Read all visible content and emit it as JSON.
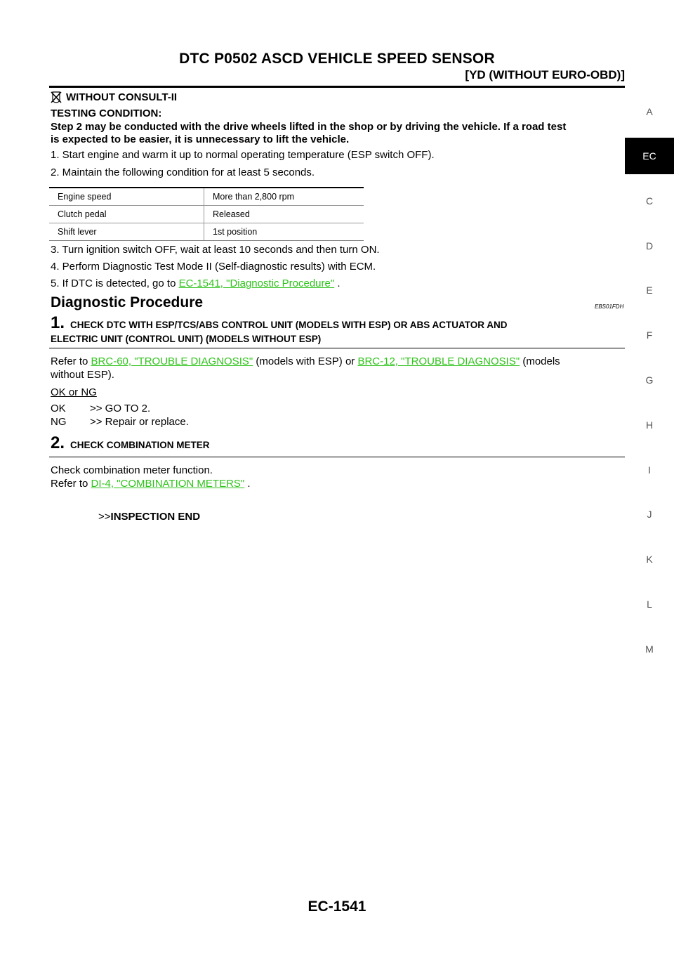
{
  "header": {
    "title": "DTC P0502 ASCD VEHICLE SPEED SENSOR",
    "subtitle": "[YD (WITHOUT EURO-OBD)]"
  },
  "side_tabs": [
    {
      "label": "A",
      "active": false
    },
    {
      "label": "EC",
      "active": true
    },
    {
      "label": "C",
      "active": false
    },
    {
      "label": "D",
      "active": false
    },
    {
      "label": "E",
      "active": false
    },
    {
      "label": "F",
      "active": false
    },
    {
      "label": "G",
      "active": false
    },
    {
      "label": "H",
      "active": false
    },
    {
      "label": "I",
      "active": false
    },
    {
      "label": "J",
      "active": false
    },
    {
      "label": "K",
      "active": false
    },
    {
      "label": "L",
      "active": false
    },
    {
      "label": "M",
      "active": false
    }
  ],
  "without_consult": {
    "heading": "WITHOUT CONSULT-II",
    "icon": "no-consult-icon",
    "testing_label": "TESTING CONDITION:",
    "testing_text_1": "Step 2 may be conducted with the drive wheels lifted in the shop or by driving the vehicle. If a road test",
    "testing_text_2": "is expected to be easier, it is unnecessary to lift the vehicle.",
    "step1": "1.  Start engine and warm it up to normal operating temperature (ESP switch OFF).",
    "step2": "2.  Maintain the following condition for at least 5 seconds.",
    "conditions": [
      {
        "item": "Engine speed",
        "value": "More than 2,800 rpm"
      },
      {
        "item": "Clutch pedal",
        "value": "Released"
      },
      {
        "item": "Shift lever",
        "value": "1st position"
      }
    ],
    "step3": "3.  Turn ignition switch OFF, wait at least 10 seconds and then turn ON.",
    "step4": "4.  Perform Diagnostic Test Mode II (Self-diagnostic results) with ECM.",
    "step5_prefix": "5.  If DTC is detected, go to ",
    "step5_link": "EC-1541, \"Diagnostic Procedure\"",
    "step5_suffix": " ."
  },
  "diagnostic_procedure": {
    "heading": "Diagnostic Procedure",
    "code": "EBS01FDH",
    "s1_num": "1.",
    "s1_title_a": "CHECK DTC WITH ESP/TCS/ABS CONTROL UNIT (MODELS WITH ESP) OR ABS ACTUATOR AND",
    "s1_title_b": "ELECTRIC UNIT (CONTROL UNIT) (MODELS WITHOUT ESP)",
    "s1_refer": "Refer to ",
    "s1_link1": "BRC-60, \"TROUBLE DIAGNOSIS\"",
    "s1_mid": " (models with ESP) or ",
    "s1_link2": "BRC-12, \"TROUBLE DIAGNOSIS\"",
    "s1_tail": " (models",
    "s1_tail2": "without ESP).",
    "ok_ng": "OK or NG",
    "ok_label": "OK",
    "ok_text": ">> GO TO 2.",
    "ng_label": "NG",
    "ng_text": ">> Repair or replace.",
    "s2_num": "2.",
    "s2_title": "CHECK COMBINATION METER",
    "s2_text": "Check combination meter function.",
    "s2_refer": "Refer to ",
    "s2_link": "DI-4, \"COMBINATION METERS\"",
    "s2_suffix": " .",
    "end_arrow": ">>",
    "end_text": "INSPECTION END"
  },
  "footer": {
    "page_number": "EC-1541"
  }
}
